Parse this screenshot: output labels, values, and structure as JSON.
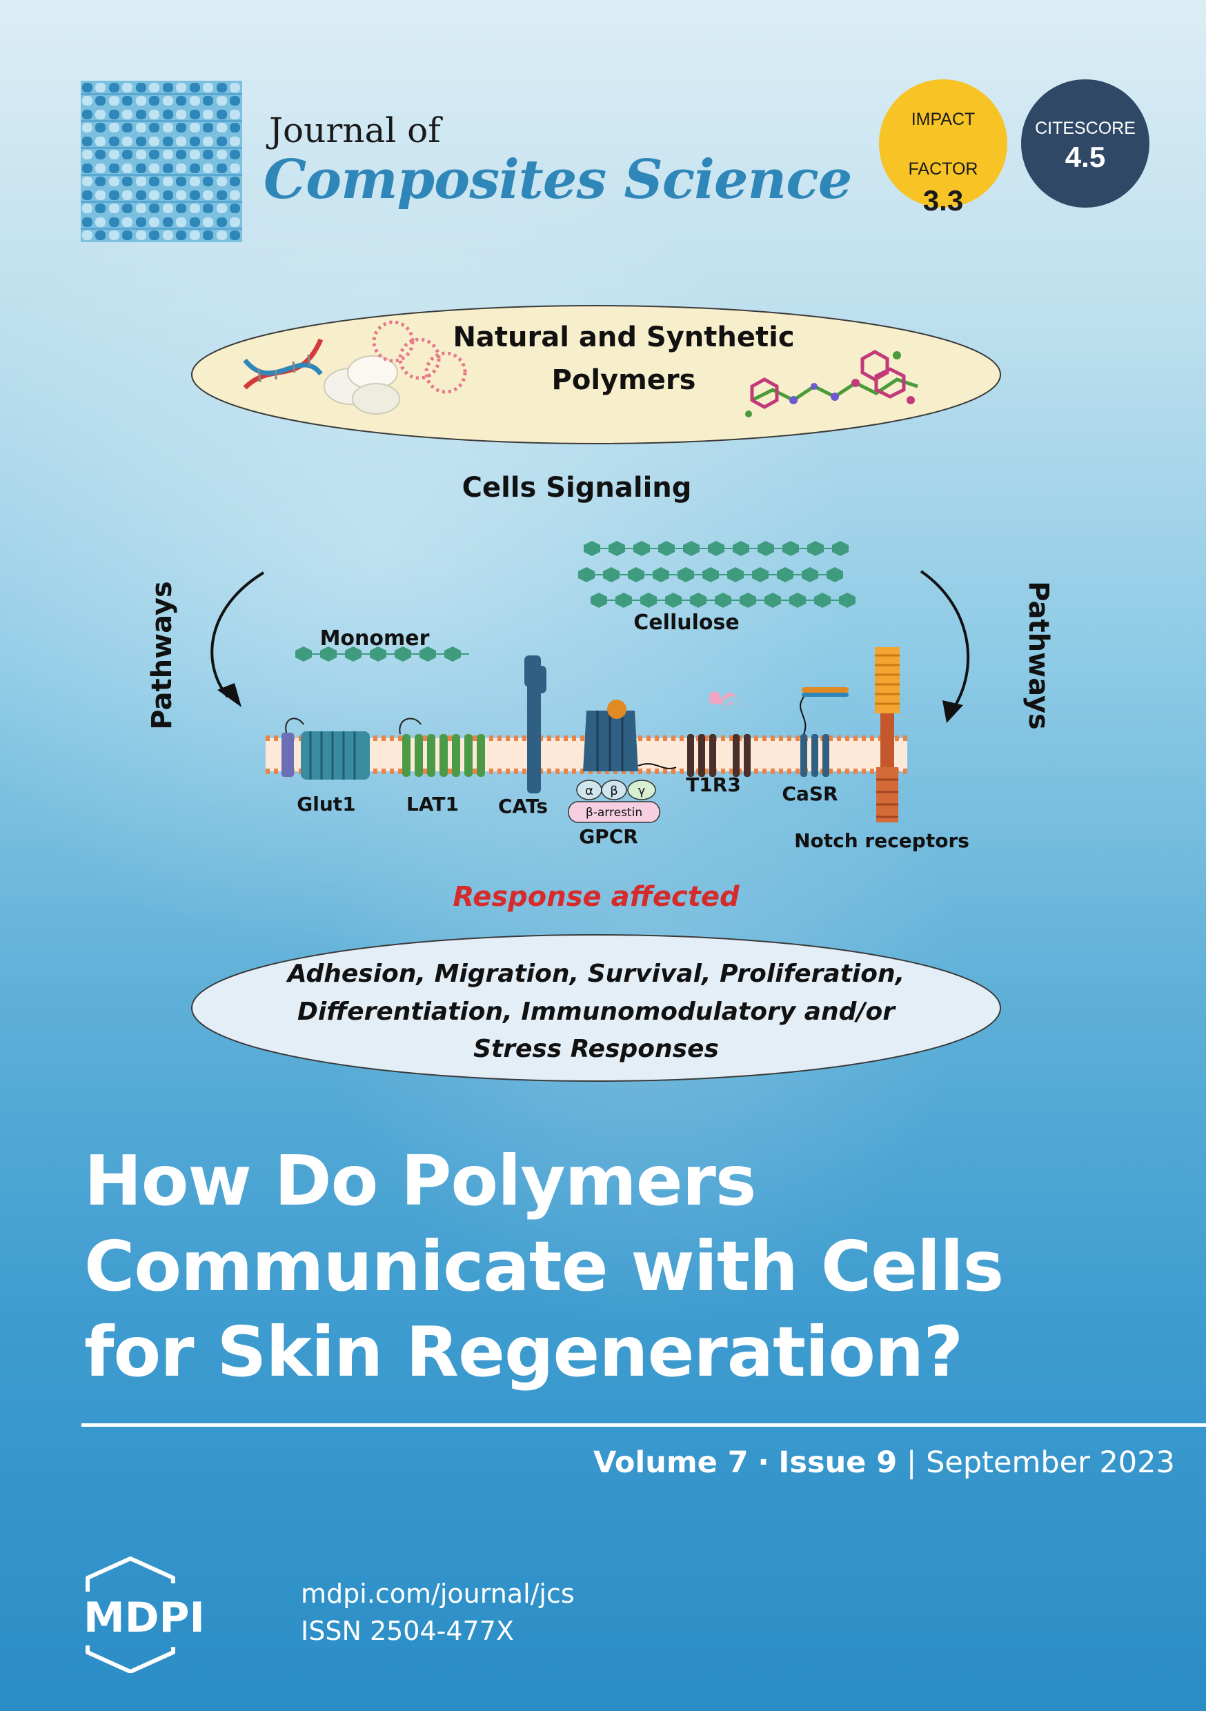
{
  "journal": {
    "prefix": "Journal of",
    "name": "Composites Science"
  },
  "metrics": {
    "impact_label_1": "IMPACT",
    "impact_label_2": "FACTOR",
    "impact_value": "3.3",
    "citescore_label": "CITESCORE",
    "citescore_value": "4.5"
  },
  "diagram": {
    "top_ellipse_line1": "Natural and Synthetic",
    "top_ellipse_line2": "Polymers",
    "cells_signaling": "Cells Signaling",
    "pathways_left": "Pathways",
    "pathways_right": "Pathways",
    "monomer": "Monomer",
    "cellulose": "Cellulose",
    "receptors": {
      "glut1": "Glut1",
      "lat1": "LAT1",
      "cats": "CATs",
      "gpcr": "GPCR",
      "alpha": "α",
      "beta": "β",
      "gamma": "γ",
      "arrestin": "β-arrestin",
      "t1r3": "T1R3",
      "casr": "CaSR",
      "notch": "Notch receptors"
    },
    "response_affected": "Response affected",
    "bottom_ellipse_line1": "Adhesion, Migration, Survival, Proliferation,",
    "bottom_ellipse_line2": "Differentiation, Immunomodulatory and/or",
    "bottom_ellipse_line3": "Stress Responses"
  },
  "article_title": {
    "line1": "How Do Polymers",
    "line2": "Communicate with Cells",
    "line3": "for Skin Regeneration?"
  },
  "issue": {
    "volume": "Volume 7",
    "separator": "·",
    "issue": "Issue 9",
    "bar": "|",
    "date": "September 2023"
  },
  "publisher": {
    "logo_text": "MDPI",
    "url": "mdpi.com/journal/jcs",
    "issn": "ISSN 2504-477X"
  },
  "colors": {
    "journal_blue": "#2f86b8",
    "impact_yellow": "#f7c325",
    "citescore_navy": "#2f4866",
    "response_red": "#d62b2b",
    "cellulose_green": "#3f9b7e"
  }
}
